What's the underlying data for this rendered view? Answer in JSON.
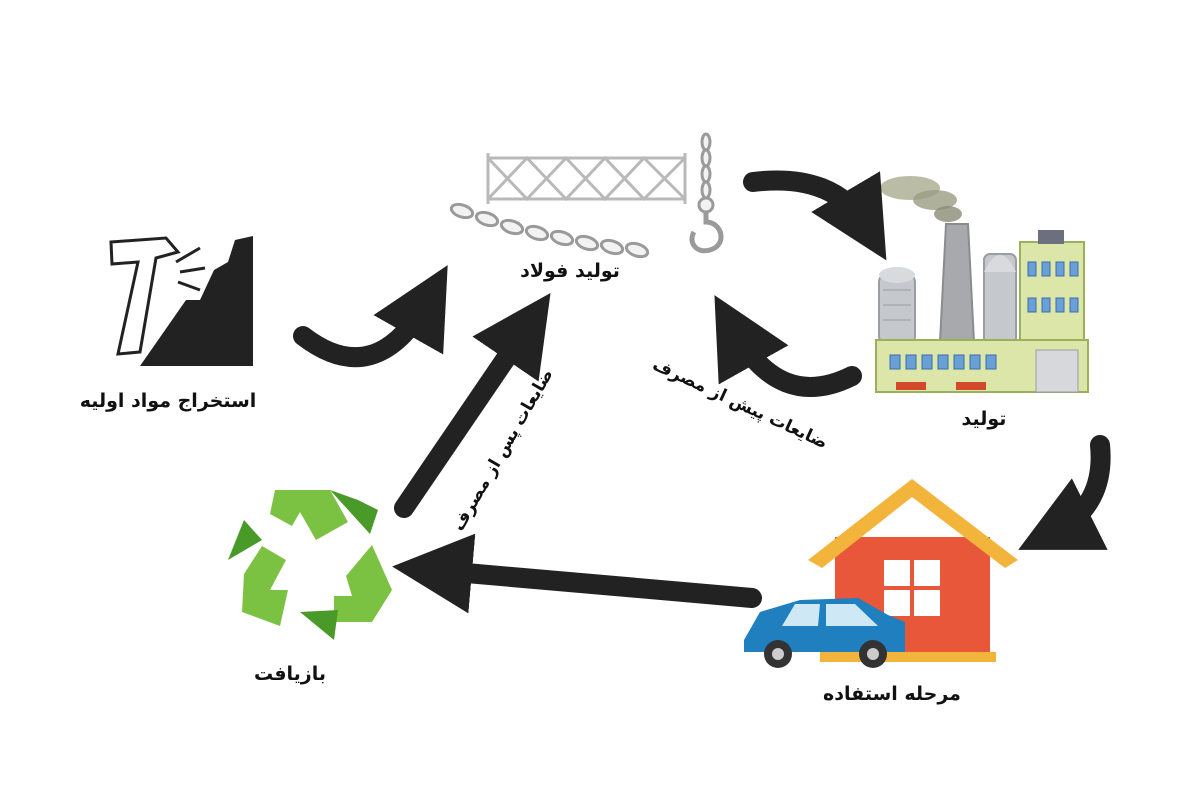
{
  "nodes": {
    "steel": "تولید فولاد",
    "extraction": "استخراج مواد اولیه",
    "production": "تولید",
    "usage": "مرحله استفاده",
    "recycling": "بازیافت"
  },
  "edges": {
    "pre_consumer": "ضایعات پیش از مصرف",
    "post_consumer": "ضایعات پس از مصرف"
  },
  "colors": {
    "arrow": "#222222",
    "recycle_green": "#7cc242",
    "recycle_dark_green": "#4a9a2a",
    "house_roof": "#f3b43b",
    "house_wall": "#e8573a",
    "car": "#1f7fbf",
    "factory_wall": "#dbe6a8"
  },
  "icons": [
    "steel-truss-icon",
    "chain-icon",
    "crane-hook-icon",
    "pickaxe-rock-icon",
    "factory-icon",
    "house-icon",
    "car-icon",
    "recycle-icon"
  ]
}
